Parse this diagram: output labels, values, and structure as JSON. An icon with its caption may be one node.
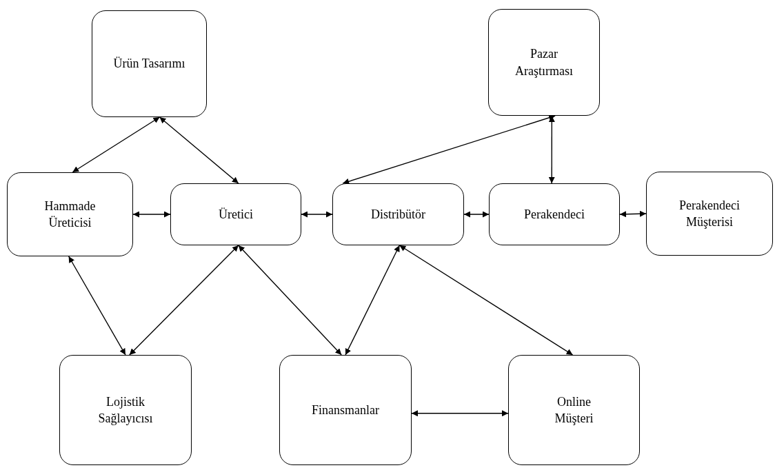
{
  "diagram": {
    "nodes": [
      {
        "text": [
          "Ürün Tasarımı"
        ]
      },
      {
        "text": [
          "Pazar Araştırması"
        ]
      },
      {
        "text": [
          "Hammade Üreticisi"
        ]
      },
      {
        "text": [
          "Üretici"
        ]
      },
      {
        "text": [
          "Distribütör"
        ]
      },
      {
        "text": [
          "Perakendeci"
        ]
      },
      {
        "text": [
          "Perakendeci Müşterisi"
        ]
      },
      {
        "text": [
          "Lojistik Sağlayıcısı"
        ]
      },
      {
        "text": [
          "Finansmanlar"
        ]
      },
      {
        "text": [
          "Online Müşteri"
        ]
      }
    ],
    "edges": [
      {
        "from": 0,
        "to": 2,
        "arrow": "both"
      },
      {
        "from": 0,
        "to": 3,
        "arrow": "both"
      },
      {
        "from": 1,
        "to": 4,
        "arrow": "both"
      },
      {
        "from": 1,
        "to": 5,
        "arrow": "both"
      },
      {
        "from": 2,
        "to": 3,
        "arrow": "both"
      },
      {
        "from": 3,
        "to": 4,
        "arrow": "both"
      },
      {
        "from": 4,
        "to": 5,
        "arrow": "both"
      },
      {
        "from": 5,
        "to": 6,
        "arrow": "both"
      },
      {
        "from": 2,
        "to": 7,
        "arrow": "both"
      },
      {
        "from": 3,
        "to": 7,
        "arrow": "both"
      },
      {
        "from": 3,
        "to": 8,
        "arrow": "both"
      },
      {
        "from": 4,
        "to": 8,
        "arrow": "both"
      },
      {
        "from": 4,
        "to": 9,
        "arrow": "both"
      },
      {
        "from": 8,
        "to": 9,
        "arrow": "both"
      }
    ]
  }
}
